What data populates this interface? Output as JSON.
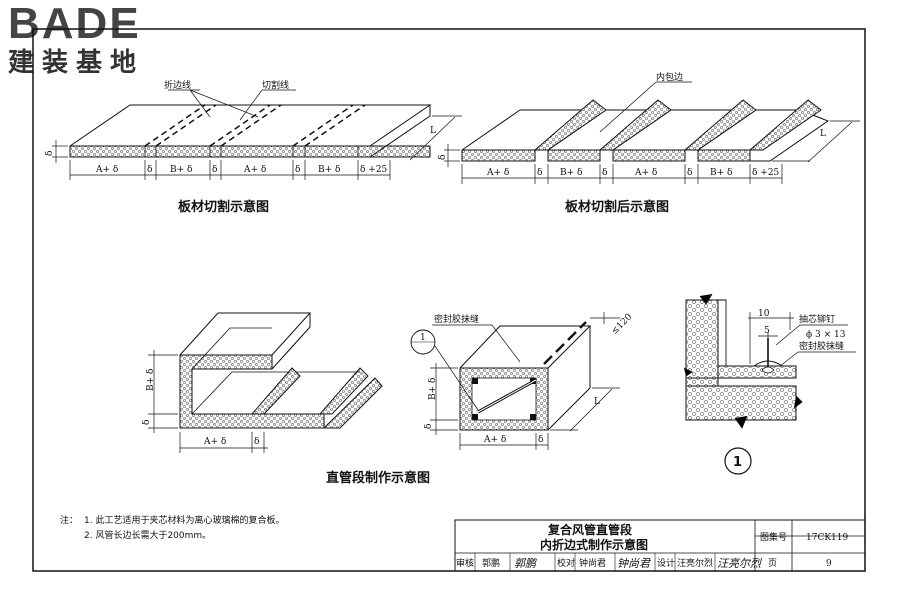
{
  "logo": {
    "main_text": "BADE",
    "sub_text": "建装基地"
  },
  "top_left_diagram": {
    "label_fold_line": "折边线",
    "label_cut_line": "切割线",
    "dim_thickness": "δ",
    "dim_length": "L",
    "dims": [
      "A+ δ",
      "δ",
      "B+ δ",
      "δ",
      "A+ δ",
      "δ",
      "B+ δ",
      "δ +25"
    ],
    "caption": "板材切割示意图"
  },
  "top_right_diagram": {
    "label_inner_fold": "内包边",
    "dim_thickness": "δ",
    "dim_length": "L",
    "dims": [
      "A+ δ",
      "δ",
      "B+ δ",
      "δ",
      "A+ δ",
      "δ",
      "B+ δ",
      "δ +25"
    ],
    "caption": "板材切割后示意图"
  },
  "bottom_left_diagram": {
    "dim_height": "B+ δ",
    "dim_thickness": "δ",
    "dim_width": "A+ δ",
    "dim_width_thickness": "δ"
  },
  "bottom_mid_diagram": {
    "label_sealant": "密封胶抹缝",
    "spacing": "≤120",
    "callout_number": "1",
    "dim_height": "B+ δ",
    "dim_thickness": "δ",
    "dim_width": "A+ δ",
    "dim_width_thickness": "δ",
    "dim_length": "L"
  },
  "bottom_caption": "直管段制作示意图",
  "detail_diagram": {
    "dim_10": "10",
    "dim_5": "5",
    "label_rivet": "抽芯铆钉",
    "label_rivet_spec": "ϕ 3 × 13",
    "label_sealant": "密封胶抹缝",
    "detail_number": "1"
  },
  "notes": {
    "prefix": "注：",
    "line1": "1.  此工艺适用于夹芯材料为离心玻璃棉的复合板。",
    "line2": "2.  风管长边长需大于200mm。"
  },
  "title_block": {
    "title_line1": "复合风管直管段",
    "title_line2": "内折边式制作示意图",
    "atlas_label": "图集号",
    "atlas_number": "17CK119",
    "review_label": "审核",
    "review_name": "郭鹏",
    "review_sign": "郭鹏",
    "check_label": "校对",
    "check_name": "钟尚君",
    "check_sign": "钟尚君",
    "design_label": "设计",
    "design_name": "汪亮尔烈",
    "design_sign": "汪亮尔烈",
    "page_label": "页",
    "page_number": "9"
  }
}
